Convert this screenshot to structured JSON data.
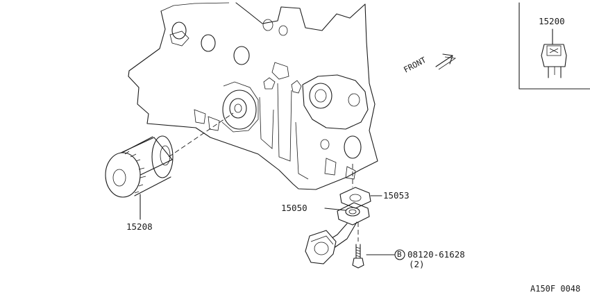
{
  "labels": {
    "oil_filter": "15208",
    "oil_strainer": "15050",
    "gasket": "15053",
    "bolt_part": "08120-61628",
    "bolt_qty": "(2)",
    "bolt_symbol": "B",
    "inset_part": "15200",
    "front": "FRONT",
    "figure_code": "A150F 0048"
  }
}
